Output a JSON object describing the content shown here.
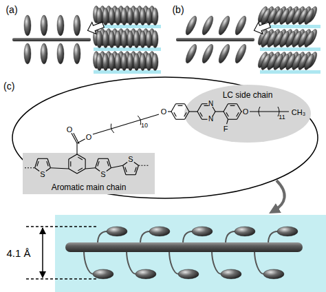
{
  "diagram": {
    "nodes": [
      {
        "text": [
          "(c)"
        ]
      },
      {
        "text": [
          "LC side chain"
        ],
        "in": 0
      },
      {
        "text": [
          "Aromatic main chain"
        ],
        "in": 0
      }
    ],
    "labels": [
      "(a)",
      "(b)",
      "O",
      "O",
      "10",
      "O",
      "N",
      "N",
      "F",
      "O",
      "11",
      "CH₃",
      "S",
      "S",
      "S",
      "4.1 Å"
    ]
  }
}
